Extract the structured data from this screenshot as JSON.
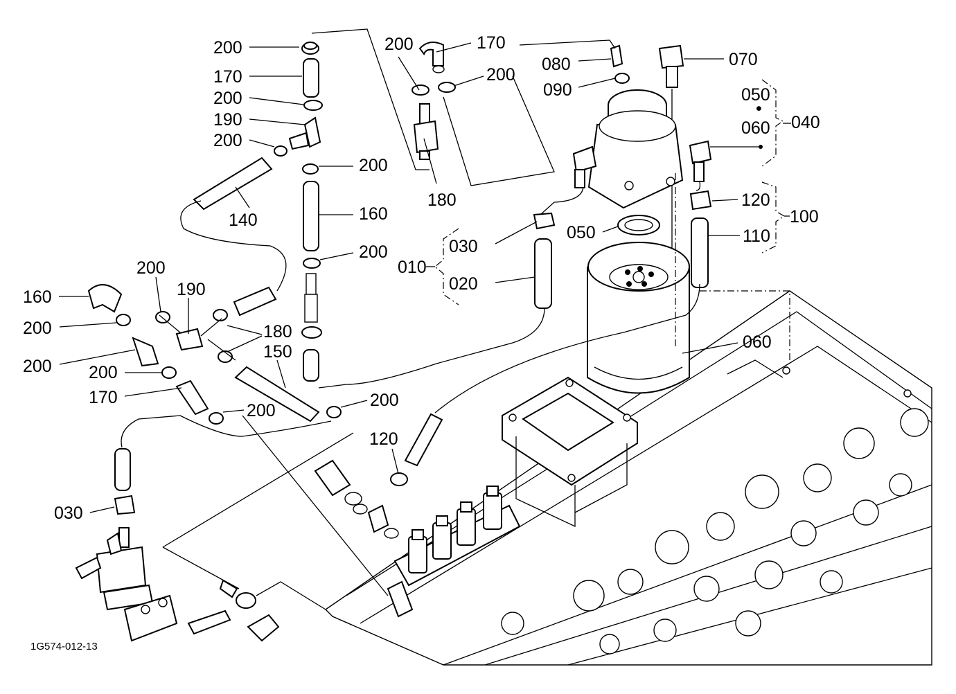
{
  "diagram": {
    "drawing_code": "1G574-012-13",
    "callouts": [
      {
        "id": "c01",
        "text": "200"
      },
      {
        "id": "c02",
        "text": "170"
      },
      {
        "id": "c03",
        "text": "200"
      },
      {
        "id": "c04",
        "text": "190"
      },
      {
        "id": "c05",
        "text": "200"
      },
      {
        "id": "c06",
        "text": "200"
      },
      {
        "id": "c07",
        "text": "140"
      },
      {
        "id": "c08",
        "text": "160"
      },
      {
        "id": "c09",
        "text": "200"
      },
      {
        "id": "c10",
        "text": "200"
      },
      {
        "id": "c11",
        "text": "170"
      },
      {
        "id": "c12",
        "text": "200"
      },
      {
        "id": "c13",
        "text": "180"
      },
      {
        "id": "c14",
        "text": "080"
      },
      {
        "id": "c15",
        "text": "090"
      },
      {
        "id": "c16",
        "text": "070"
      },
      {
        "id": "c17",
        "text": "050"
      },
      {
        "id": "c18",
        "text": "•"
      },
      {
        "id": "c19",
        "text": "060"
      },
      {
        "id": "c20",
        "text": "040"
      },
      {
        "id": "c21",
        "text": "120"
      },
      {
        "id": "c22",
        "text": "100"
      },
      {
        "id": "c23",
        "text": "110"
      },
      {
        "id": "c24",
        "text": "050"
      },
      {
        "id": "c25",
        "text": "030"
      },
      {
        "id": "c26",
        "text": "010"
      },
      {
        "id": "c27",
        "text": "020"
      },
      {
        "id": "c28",
        "text": "060"
      },
      {
        "id": "c29",
        "text": "160"
      },
      {
        "id": "c30",
        "text": "200"
      },
      {
        "id": "c31",
        "text": "190"
      },
      {
        "id": "c32",
        "text": "200"
      },
      {
        "id": "c33",
        "text": "180"
      },
      {
        "id": "c34",
        "text": "200"
      },
      {
        "id": "c35",
        "text": "150"
      },
      {
        "id": "c36",
        "text": "200"
      },
      {
        "id": "c37",
        "text": "170"
      },
      {
        "id": "c38",
        "text": "200"
      },
      {
        "id": "c39",
        "text": "200"
      },
      {
        "id": "c40",
        "text": "120"
      },
      {
        "id": "c41",
        "text": "030"
      }
    ]
  }
}
